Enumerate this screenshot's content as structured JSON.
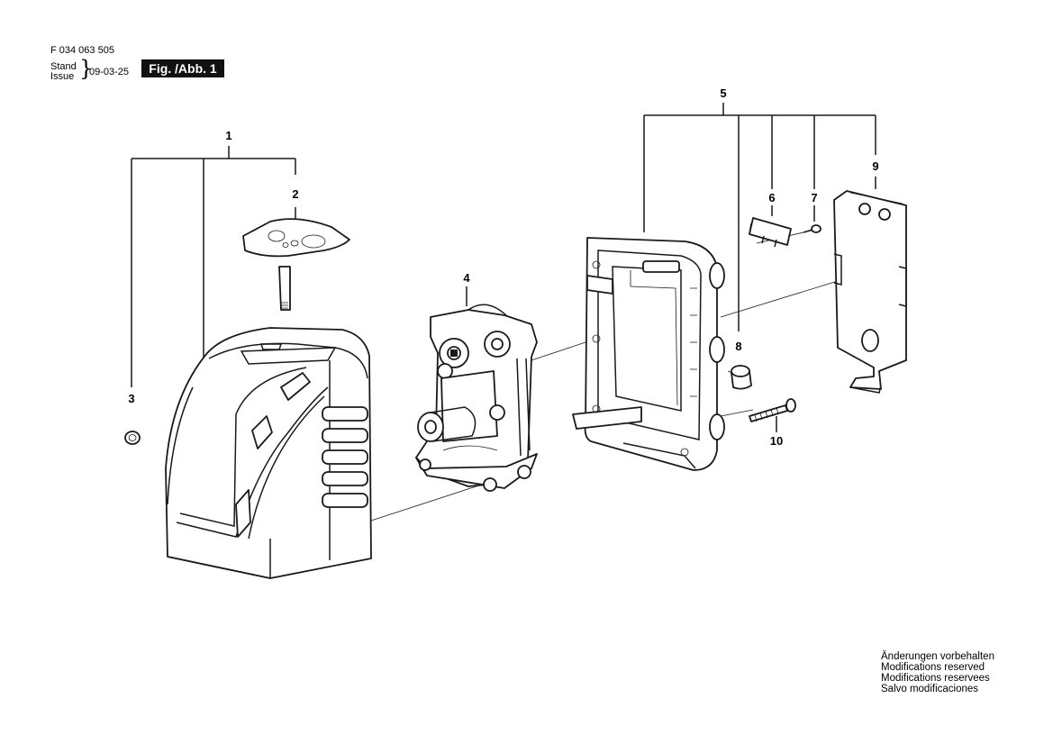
{
  "header": {
    "doc_number": "F 034 063 505",
    "stand_label": "Stand",
    "issue_label": "Issue",
    "brace": "}",
    "issue_date": "09-03-25",
    "figure_badge": "Fig. /Abb. 1"
  },
  "callouts": {
    "c1": "1",
    "c2": "2",
    "c3": "3",
    "c4": "4",
    "c5": "5",
    "c6": "6",
    "c7": "7",
    "c8": "8",
    "c9": "9",
    "c10": "10"
  },
  "notes": [
    "Änderungen vorbehalten",
    "Modifications reserved",
    "Modifications reservees",
    "Salvo modificaciones"
  ]
}
